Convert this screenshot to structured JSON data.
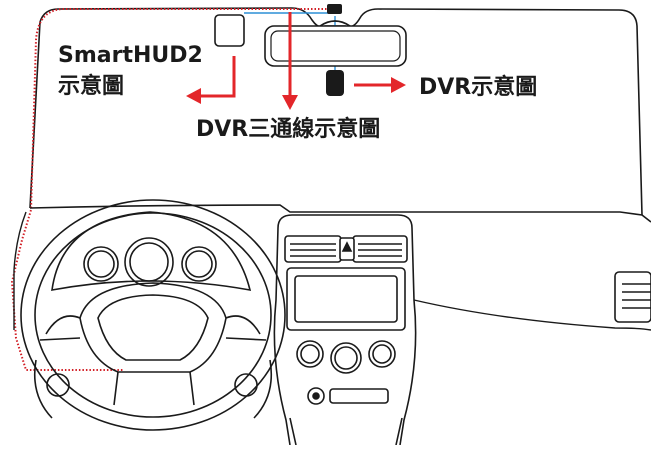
{
  "labels": {
    "smarthud_line1": "SmartHUD2",
    "smarthud_line2": "示意圖",
    "dvr_diagram": "DVR示意圖",
    "dvr_three_wire": "DVR三通線示意圖"
  },
  "colors": {
    "outline": "#1a1a1a",
    "arrow": "#e3262a",
    "wire_red_dotted": "#d21f26",
    "wire_blue": "#2b8fd6"
  },
  "icons": {
    "rearview_mirror": "rearview-mirror-icon",
    "smarthud_device": "smarthud-device-icon",
    "dvr_camera": "dvr-camera-icon",
    "dvr_three_wire_device": "dvr-three-wire-device-icon",
    "steering_wheel": "steering-wheel-icon",
    "gauge_cluster": "gauge-cluster-icon",
    "center_console": "center-console-icon",
    "air_vent": "air-vent-icon"
  }
}
